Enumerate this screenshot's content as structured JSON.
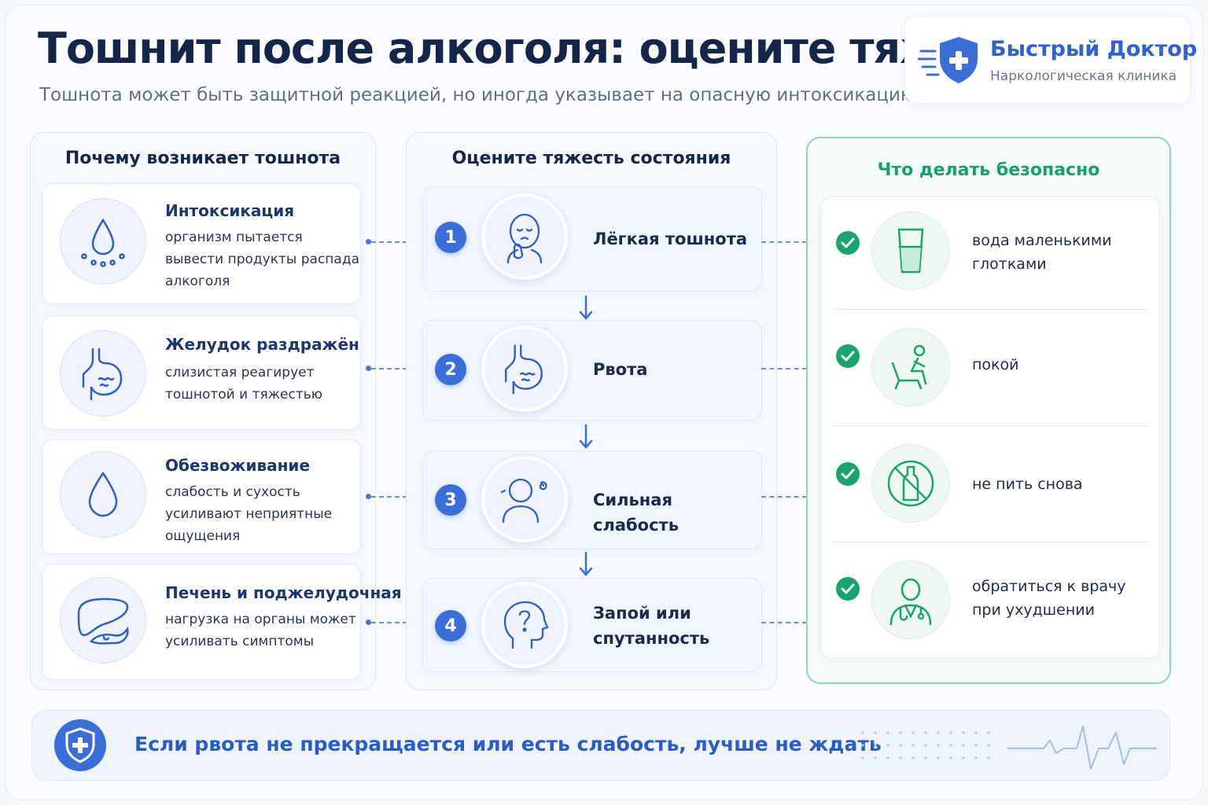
{
  "header": {
    "title": "Тошнит после алкоголя: оцените тяжесть",
    "subtitle": "Тошнота может быть защитной реакцией, но иногда указывает на опасную интоксикацию"
  },
  "brand": {
    "name": "Быстрый Доктор",
    "tagline": "Наркологическая клиника",
    "logo_icon": "shield-cross-icon"
  },
  "causes": {
    "title": "Почему возникает тошнота",
    "items": [
      {
        "name": "Интоксикация",
        "desc": "организм пытается вывести продукты распада алкоголя",
        "icon": "droplet-icon"
      },
      {
        "name": "Желудок раздражён",
        "desc": "слизистая реагирует тошнотой и тяжестью",
        "icon": "stomach-icon"
      },
      {
        "name": "Обезвоживание",
        "desc": "слабость и сухость усиливают неприятные ощущения",
        "icon": "water-drop-icon"
      },
      {
        "name": "Печень и поджелудочная",
        "desc": "нагрузка на органы может усиливать симптомы",
        "icon": "liver-icon"
      }
    ]
  },
  "severity": {
    "title": "Оцените тяжесть состояния",
    "steps": [
      {
        "num": "1",
        "label": "Лёгкая тошнота",
        "icon": "nauseous-face-icon"
      },
      {
        "num": "2",
        "label": "Рвота",
        "icon": "stomach-icon"
      },
      {
        "num": "3",
        "label": "Сильная слабость",
        "icon": "dizzy-person-icon"
      },
      {
        "num": "4",
        "label": "Запой или спутанность",
        "icon": "confused-head-icon"
      }
    ]
  },
  "actions": {
    "title": "Что делать безопасно",
    "items": [
      {
        "text": "вода маленькими глотками",
        "icon": "water-glass-icon"
      },
      {
        "text": "покой",
        "icon": "resting-person-icon"
      },
      {
        "text": "не пить снова",
        "icon": "no-alcohol-icon"
      },
      {
        "text": "обратиться к врачу при ухудшении",
        "icon": "doctor-icon"
      }
    ]
  },
  "footer": {
    "text": "Если рвота не прекращается или есть слабость, лучше не ждать",
    "icon": "shield-cross-icon"
  },
  "colors": {
    "primary": "#3a6ed8",
    "title": "#14264a",
    "green": "#15a26a",
    "panel_bg": "#f6f9fe"
  }
}
